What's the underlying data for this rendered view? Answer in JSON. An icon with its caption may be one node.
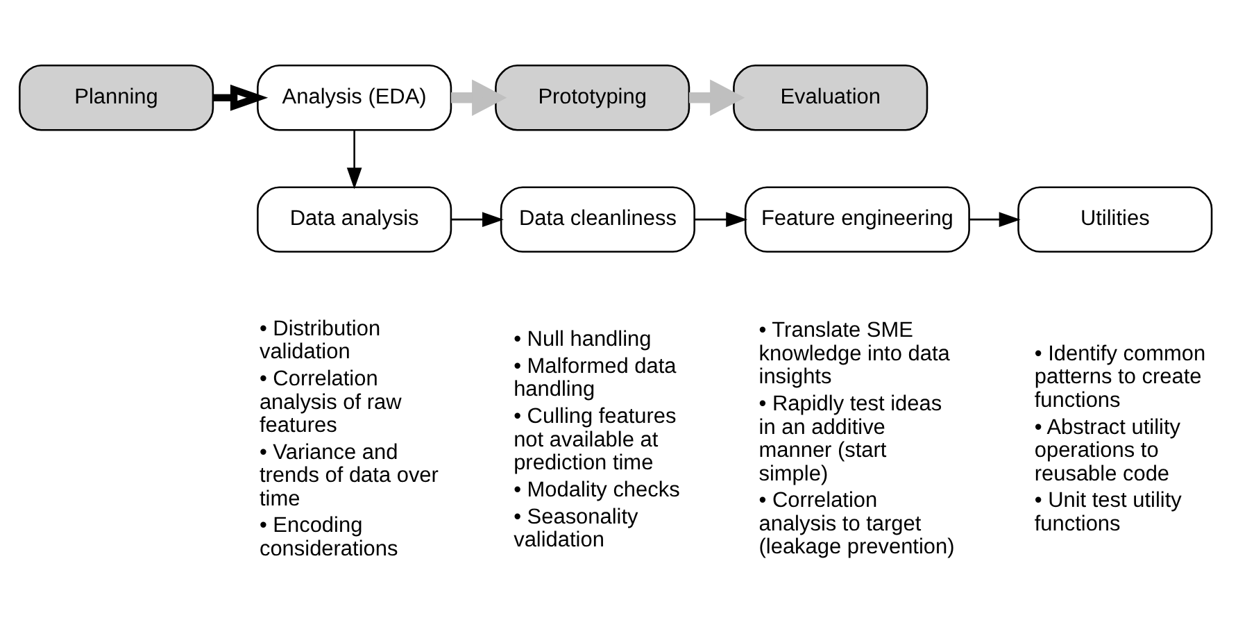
{
  "diagram": {
    "nodes": [
      {
        "text": [
          "Planning"
        ]
      },
      {
        "text": [
          "Analysis (EDA)"
        ]
      },
      {
        "text": [
          "Prototyping"
        ]
      },
      {
        "text": [
          "Evaluation"
        ]
      },
      {
        "text": [
          "Data analysis"
        ],
        "beside": [
          "• Distribution validation",
          "• Correlation analysis of raw features",
          "• Variance and trends of data over time",
          "• Encoding considerations"
        ]
      },
      {
        "text": [
          "Data cleanliness"
        ],
        "beside": [
          "• Null handling",
          "• Malformed data handling",
          "• Culling features not available at prediction time",
          "• Modality checks",
          "• Seasonality validation"
        ]
      },
      {
        "text": [
          "Feature engineering"
        ],
        "beside": [
          "• Translate SME knowledge into data insights",
          "• Rapidly test ideas in an additive manner (start simple)",
          "• Correlation analysis to target (leakage prevention)"
        ]
      },
      {
        "text": [
          "Utilities"
        ],
        "beside": [
          "• Identify common patterns to create functions",
          "• Abstract utility operations to reusable code",
          "• Unit test utility functions"
        ]
      }
    ],
    "edges": [
      {
        "from": 0,
        "to": 1,
        "arrow": "to",
        "style": "thick"
      },
      {
        "from": 1,
        "to": 2,
        "arrow": "to",
        "style": "thick",
        "color": "#bfbfbf"
      },
      {
        "from": 2,
        "to": 3,
        "arrow": "to",
        "style": "thick",
        "color": "#bfbfbf"
      },
      {
        "from": 1,
        "to": 4,
        "arrow": "to"
      },
      {
        "from": 4,
        "to": 5,
        "arrow": "to"
      },
      {
        "from": 5,
        "to": 6,
        "arrow": "to"
      },
      {
        "from": 6,
        "to": 7,
        "arrow": "to"
      }
    ]
  }
}
